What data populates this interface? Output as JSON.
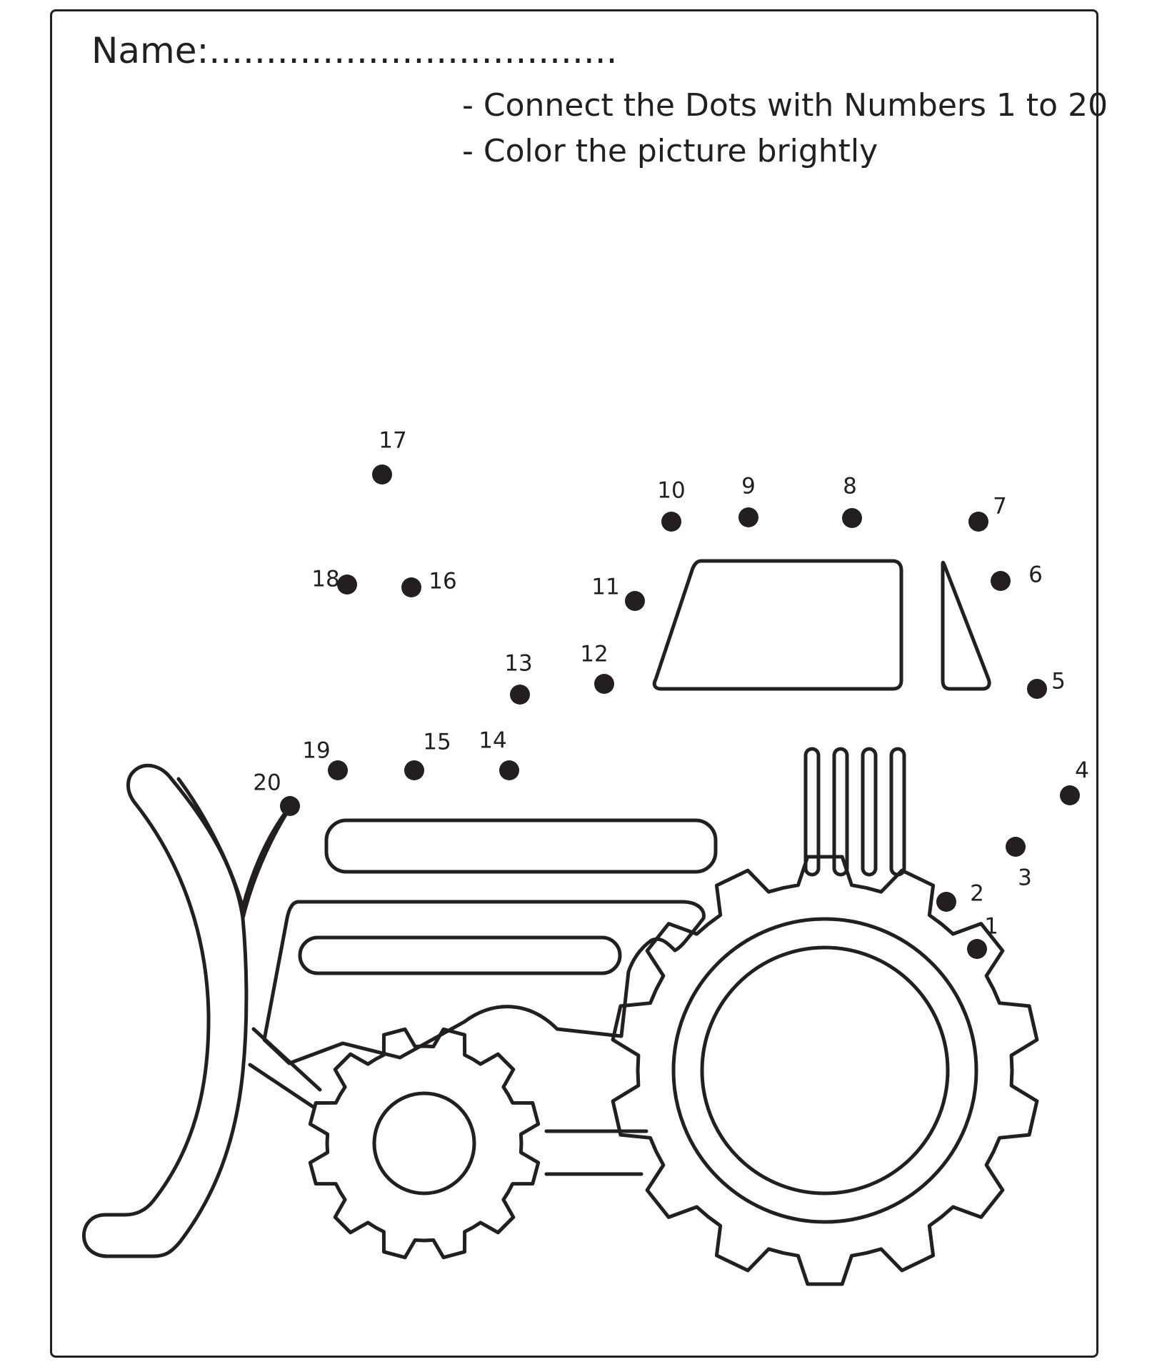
{
  "header": {
    "name_label": "Name:",
    "name_dots": "...................................."
  },
  "instructions": [
    "- Connect the Dots with Numbers 1 to 20",
    "- Color the picture brightly"
  ],
  "dots": [
    {
      "n": "1"
    },
    {
      "n": "2"
    },
    {
      "n": "3"
    },
    {
      "n": "4"
    },
    {
      "n": "5"
    },
    {
      "n": "6"
    },
    {
      "n": "7"
    },
    {
      "n": "8"
    },
    {
      "n": "9"
    },
    {
      "n": "10"
    },
    {
      "n": "11"
    },
    {
      "n": "12"
    },
    {
      "n": "13"
    },
    {
      "n": "14"
    },
    {
      "n": "15"
    },
    {
      "n": "16"
    },
    {
      "n": "17"
    },
    {
      "n": "18"
    },
    {
      "n": "19"
    },
    {
      "n": "20"
    }
  ],
  "colors": {
    "ink": "#231f20",
    "paper": "#ffffff"
  }
}
